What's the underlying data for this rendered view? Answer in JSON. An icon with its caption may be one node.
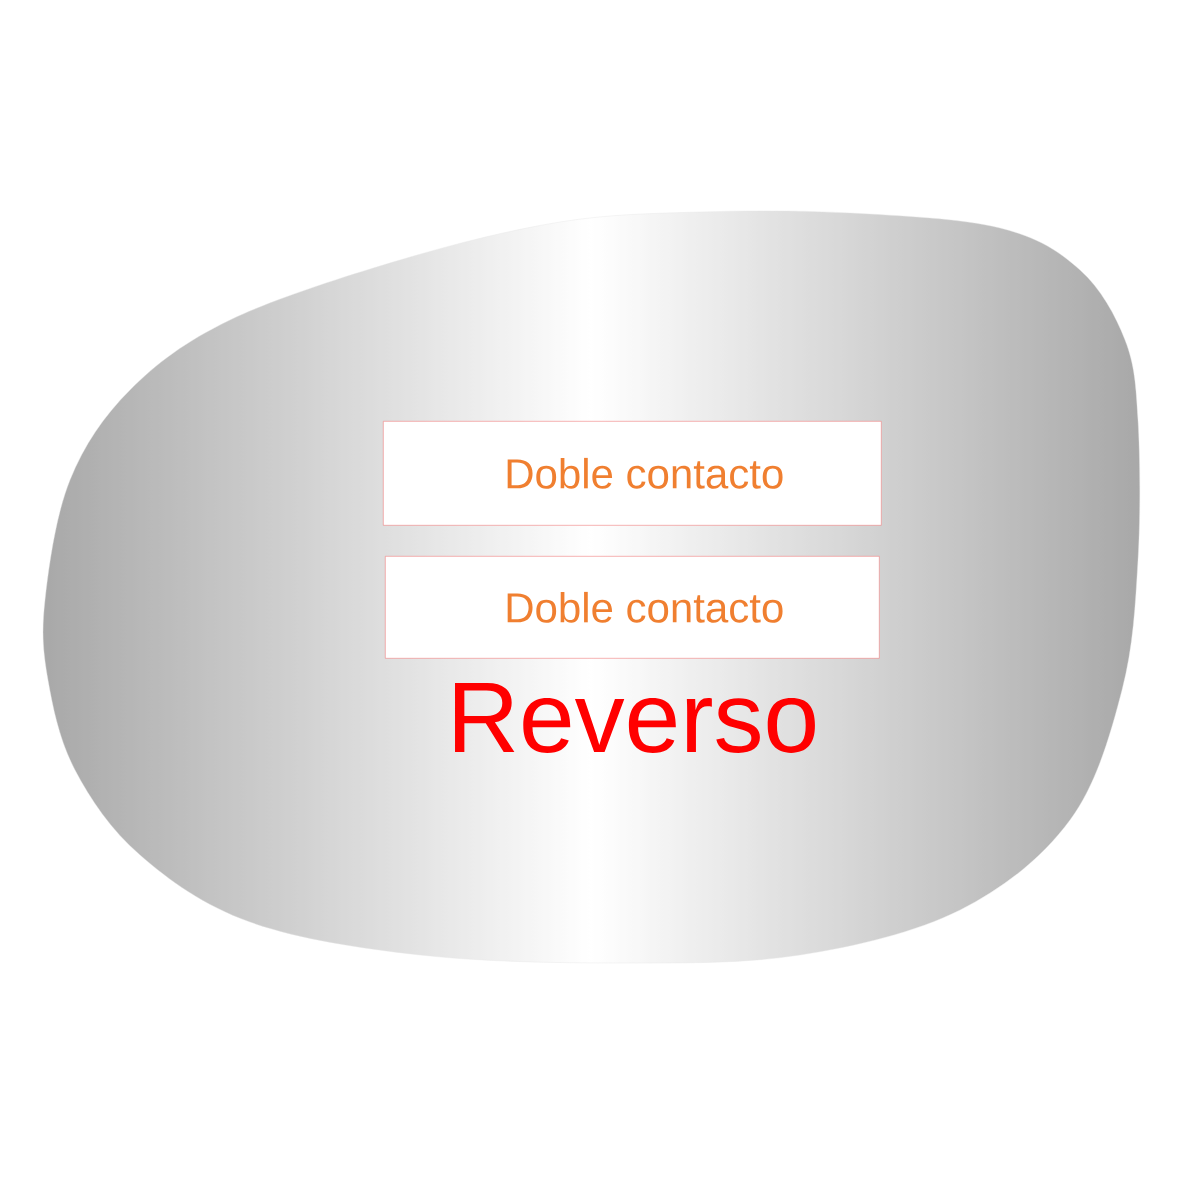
{
  "diagram": {
    "nodes": [
      {
        "text": [
          "Reverso"
        ]
      },
      {
        "text": [
          "Doble contacto"
        ],
        "in": 0
      },
      {
        "text": [
          "Doble contacto"
        ],
        "in": 0
      }
    ]
  }
}
